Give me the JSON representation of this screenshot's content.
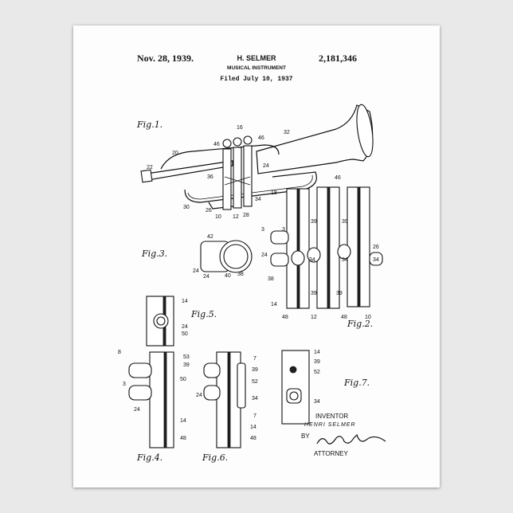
{
  "header": {
    "date": "Nov. 28, 1939.",
    "patent_number": "2,181,346",
    "inventor_name": "H. SELMER",
    "title": "MUSICAL INSTRUMENT",
    "filed": "Filed July 10, 1937"
  },
  "figures": {
    "fig1": "Fig.1.",
    "fig2": "Fig.2.",
    "fig3": "Fig.3.",
    "fig4": "Fig.4.",
    "fig5": "Fig.5.",
    "fig6": "Fig.6.",
    "fig7": "Fig.7."
  },
  "refs": {
    "r16": "16",
    "r46": "46",
    "r32": "32",
    "r20": "20",
    "r22": "22",
    "r36": "36",
    "r24": "24",
    "r18": "18",
    "r30": "30",
    "r26": "26",
    "r10": "10",
    "r12": "12",
    "r28": "28",
    "r34": "34",
    "r42": "42",
    "r40": "40",
    "r38": "38",
    "r14": "14",
    "r50": "50",
    "r39": "39",
    "r3": "3",
    "r48": "48",
    "r53": "53",
    "r7": "7",
    "r52": "52",
    "r8": "8"
  },
  "inventor": {
    "label": "INVENTOR",
    "name": "HENRI SELMER",
    "by": "BY",
    "attorney": "ATTORNEY"
  }
}
